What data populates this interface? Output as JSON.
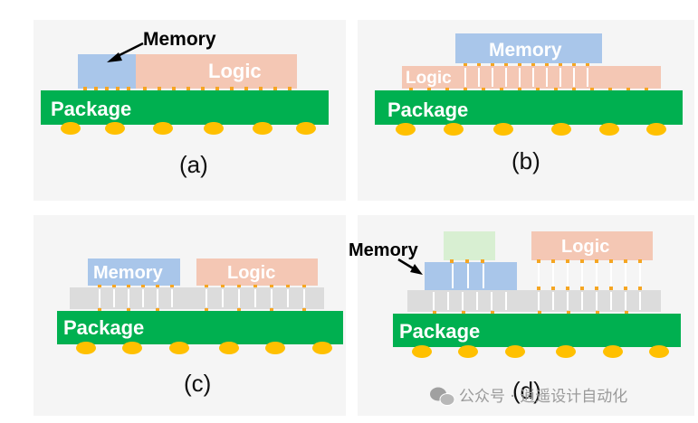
{
  "colors": {
    "background_panel": "#f5f5f5",
    "package": "#00b050",
    "logic": "#f4c7b4",
    "memory": "#a9c6ea",
    "memory_top_die": "#d8efd2",
    "interposer": "#dcdcdc",
    "solder_ball": "#ffc000",
    "microbump": "#f5a623",
    "label_text": "#ffffff"
  },
  "labels": {
    "memory": "Memory",
    "logic": "Logic",
    "package": "Package"
  },
  "captions": {
    "a": "(a)",
    "b": "(b)",
    "c": "(c)",
    "d": "(d)"
  },
  "watermark": {
    "icon": "wechat-icon",
    "text": "公众号 · 逍遥设计自动化"
  }
}
